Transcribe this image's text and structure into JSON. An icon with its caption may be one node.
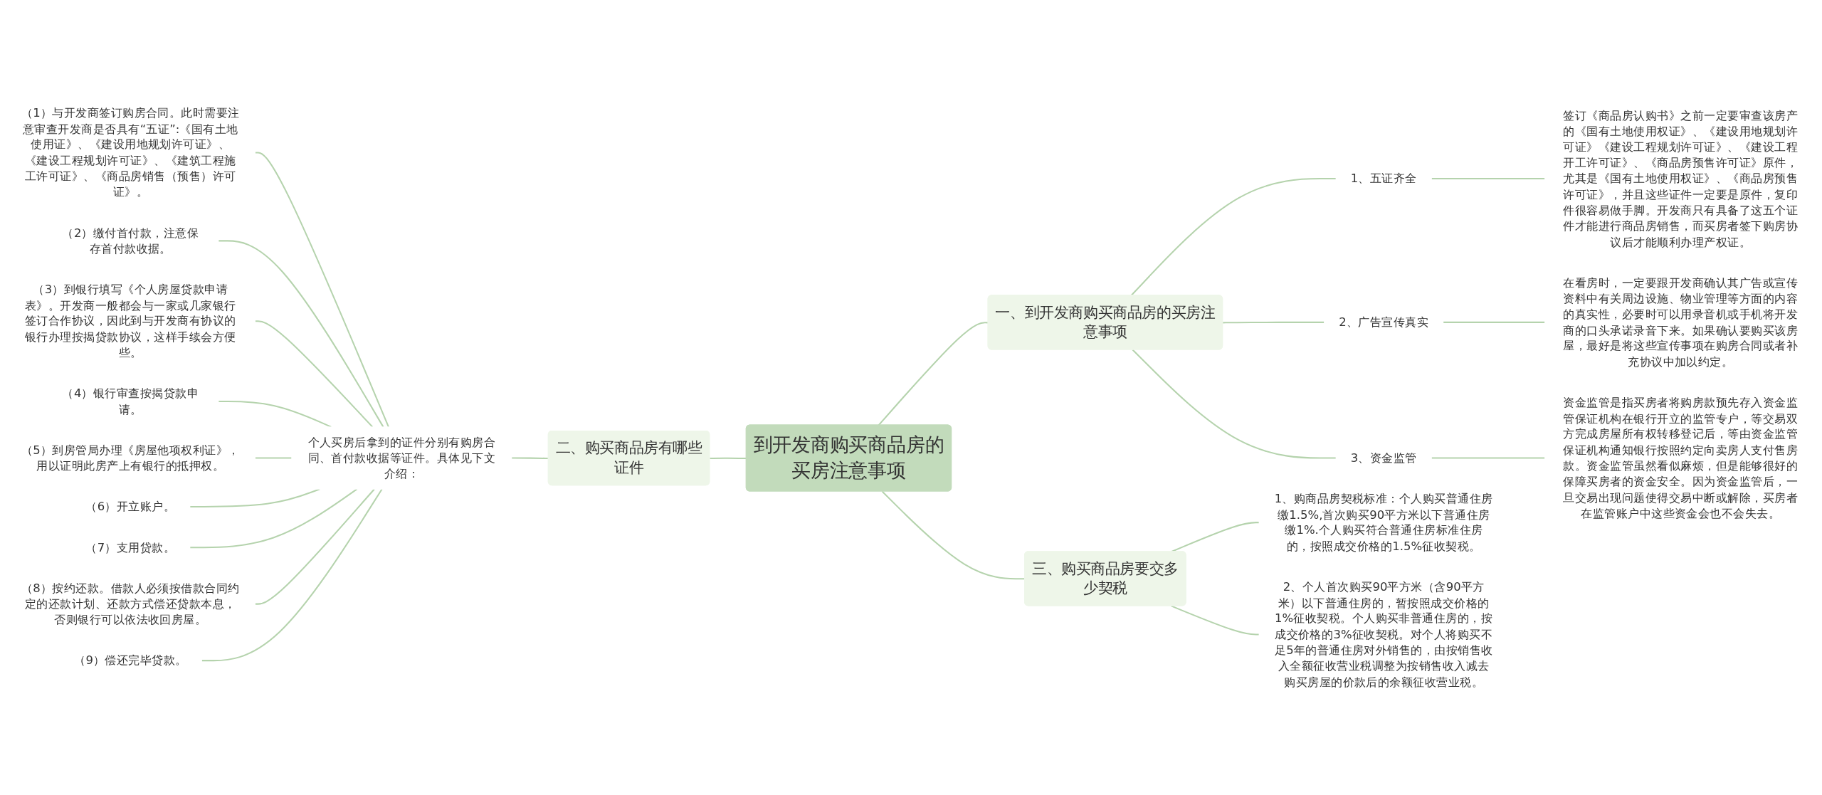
{
  "diagram": {
    "nodes": [
      {
        "text": [
          "到开发商购买商品房的买房注意事项"
        ]
      },
      {
        "text": [
          "一、到开发商购买商品房的买房注意事项"
        ]
      },
      {
        "text": [
          "1、五证齐全"
        ]
      },
      {
        "text": [
          "签订《商品房认购书》之前一定要审查该房产的《国有土地使用权证》、《建设用地规划许可证》《建设工程规划许可证》、《建设工程开工许可证》、《商品房预售许可证》原件，尤其是《国有土地使用权证》、《商品房预售许可证》，并且这些证件一定要是原件，复印件很容易做手脚。开发商只有具备了这五个证件才能进行商品房销售，而买房者签下购房协议后才能顺利办理产权证。"
        ]
      },
      {
        "text": [
          "2、广告宣传真实"
        ]
      },
      {
        "text": [
          "在看房时，一定要跟开发商确认其广告或宣传资料中有关周边设施、物业管理等方面的内容的真实性，必要时可以用录音机或手机将开发商的口头承诺录音下来。如果确认要购买该房屋，最好是将这些宣传事项在购房合同或者补充协议中加以约定。"
        ]
      },
      {
        "text": [
          "3、资金监管"
        ]
      },
      {
        "text": [
          "资金监管是指买房者将购房款预先存入资金监管保证机构在银行开立的监管专户，等交易双方完成房屋所有权转移登记后，等由资金监管保证机构通知银行按照约定向卖房人支付售房款。资金监管虽然看似麻烦，但是能够很好的保障买房者的资金安全。因为资金监管后，一旦交易出现问题使得交易中断或解除，买房者在监管账户中这些资金会也不会失去。"
        ]
      },
      {
        "text": [
          "二、购买商品房有哪些证件"
        ]
      },
      {
        "text": [
          "个人买房后拿到的证件分别有购房合同、首付款收据等证件。具体见下文介绍："
        ]
      },
      {
        "text": [
          "（1）与开发商签订购房合同。此时需要注意审查开发商是否具有“五证”:《国有土地使用证》、《建设用地规划许可证》、《建设工程规划许可证》、《建筑工程施工许可证》、《商品房销售（预售）许可证》。"
        ]
      },
      {
        "text": [
          "（2）缴付首付款，注意保存首付款收据。"
        ]
      },
      {
        "text": [
          "（3）到银行填写《个人房屋贷款申请表》。开发商一般都会与一家或几家银行签订合作协议，因此到与开发商有协议的银行办理按揭贷款协议，这样手续会方便些。"
        ]
      },
      {
        "text": [
          "（4）银行审查按揭贷款申请。"
        ]
      },
      {
        "text": [
          "（5）到房管局办理《房屋他项权利证》，用以证明此房产上有银行的抵押权。"
        ]
      },
      {
        "text": [
          "（6）开立账户。"
        ]
      },
      {
        "text": [
          "（7）支用贷款。"
        ]
      },
      {
        "text": [
          "（8）按约还款。借款人必须按借款合同约定的还款计划、还款方式偿还贷款本息，否则银行可以依法收回房屋。"
        ]
      },
      {
        "text": [
          "（9）偿还完毕贷款。"
        ]
      },
      {
        "text": [
          "三、购买商品房要交多少契税"
        ]
      },
      {
        "text": [
          "1、购商品房契税标准：个人购买普通住房缴1.5%,首次购买90平方米以下普通住房缴1%.个人购买符合普通住房标准住房的，按照成交价格的1.5%征收契税。"
        ]
      },
      {
        "text": [
          "2、个人首次购买90平方米（含90平方米）以下普通住房的，暂按照成交价格的1%征收契税。个人购买非普通住房的，按成交价格的3%征收契税。对个人将购买不足5年的普通住房对外销售的，由按销售收入全额征收营业税调整为按销售收入减去购买房屋的价款后的余额征收营业税。"
        ]
      }
    ],
    "edges": [
      {
        "from": 0,
        "to": 1,
        "arrow": "none"
      },
      {
        "from": 1,
        "to": 2,
        "arrow": "none"
      },
      {
        "from": 2,
        "to": 3,
        "arrow": "none"
      },
      {
        "from": 1,
        "to": 4,
        "arrow": "none"
      },
      {
        "from": 4,
        "to": 5,
        "arrow": "none"
      },
      {
        "from": 1,
        "to": 6,
        "arrow": "none"
      },
      {
        "from": 6,
        "to": 7,
        "arrow": "none"
      },
      {
        "from": 0,
        "to": 8,
        "arrow": "none"
      },
      {
        "from": 8,
        "to": 9,
        "arrow": "none"
      },
      {
        "from": 9,
        "to": 10,
        "arrow": "none"
      },
      {
        "from": 9,
        "to": 11,
        "arrow": "none"
      },
      {
        "from": 9,
        "to": 12,
        "arrow": "none"
      },
      {
        "from": 9,
        "to": 13,
        "arrow": "none"
      },
      {
        "from": 9,
        "to": 14,
        "arrow": "none"
      },
      {
        "from": 9,
        "to": 15,
        "arrow": "none"
      },
      {
        "from": 9,
        "to": 16,
        "arrow": "none"
      },
      {
        "from": 9,
        "to": 17,
        "arrow": "none"
      },
      {
        "from": 9,
        "to": 18,
        "arrow": "none"
      },
      {
        "from": 0,
        "to": 19,
        "arrow": "none"
      },
      {
        "from": 19,
        "to": 20,
        "arrow": "none"
      },
      {
        "from": 19,
        "to": 21,
        "arrow": "none"
      }
    ]
  }
}
